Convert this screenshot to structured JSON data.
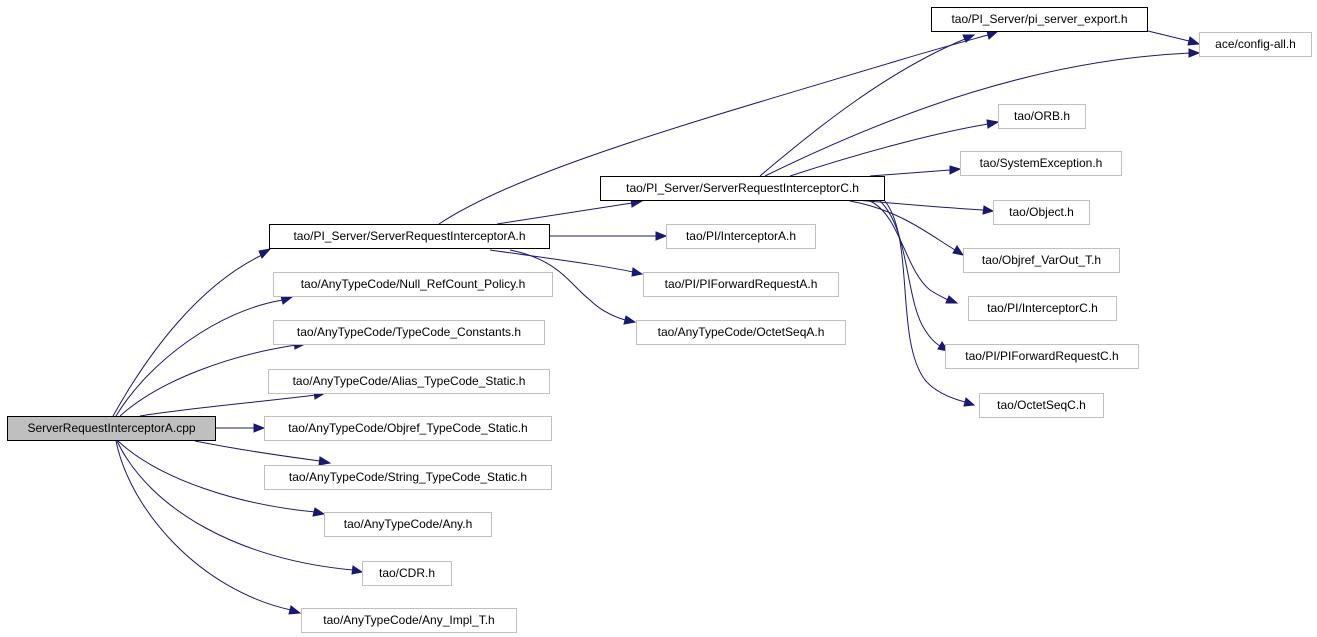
{
  "graph": {
    "root": "ServerRequestInterceptorA.cpp",
    "colors": {
      "edge": "#191970",
      "root_fill": "#bfbfbf",
      "doc_border": "#000000",
      "header_border": "#bfbfbf"
    },
    "nodes": {
      "root": "ServerRequestInterceptorA.cpp",
      "sria": "tao/PI_Server/ServerRequestInterceptorA.h",
      "null_ref": "tao/AnyTypeCode/Null_RefCount_Policy.h",
      "tc_const": "tao/AnyTypeCode/TypeCode_Constants.h",
      "alias_tc": "tao/AnyTypeCode/Alias_TypeCode_Static.h",
      "objref_tc": "tao/AnyTypeCode/Objref_TypeCode_Static.h",
      "string_tc": "tao/AnyTypeCode/String_TypeCode_Static.h",
      "any": "tao/AnyTypeCode/Any.h",
      "cdr": "tao/CDR.h",
      "any_impl": "tao/AnyTypeCode/Any_Impl_T.h",
      "pi_export": "tao/PI_Server/pi_server_export.h",
      "config_all": "ace/config-all.h",
      "orb": "tao/ORB.h",
      "sysex": "tao/SystemException.h",
      "sric": "tao/PI_Server/ServerRequestInterceptorC.h",
      "object": "tao/Object.h",
      "varout": "tao/Objref_VarOut_T.h",
      "interceptor_a": "tao/PI/InterceptorA.h",
      "interceptor_c": "tao/PI/InterceptorC.h",
      "pifwd_a": "tao/PI/PIForwardRequestA.h",
      "pifwd_c": "tao/PI/PIForwardRequestC.h",
      "octetseq_a": "tao/AnyTypeCode/OctetSeqA.h",
      "octetseq_c": "tao/OctetSeqC.h"
    },
    "edges": [
      [
        "root",
        "sria"
      ],
      [
        "root",
        "null_ref"
      ],
      [
        "root",
        "tc_const"
      ],
      [
        "root",
        "alias_tc"
      ],
      [
        "root",
        "objref_tc"
      ],
      [
        "root",
        "string_tc"
      ],
      [
        "root",
        "any"
      ],
      [
        "root",
        "cdr"
      ],
      [
        "root",
        "any_impl"
      ],
      [
        "sria",
        "pi_export"
      ],
      [
        "sria",
        "sric"
      ],
      [
        "sria",
        "interceptor_a"
      ],
      [
        "sria",
        "pifwd_a"
      ],
      [
        "sria",
        "octetseq_a"
      ],
      [
        "pi_export",
        "config_all"
      ],
      [
        "sric",
        "pi_export"
      ],
      [
        "sric",
        "config_all"
      ],
      [
        "sric",
        "orb"
      ],
      [
        "sric",
        "sysex"
      ],
      [
        "sric",
        "object"
      ],
      [
        "sric",
        "varout"
      ],
      [
        "sric",
        "interceptor_c"
      ],
      [
        "sric",
        "pifwd_c"
      ],
      [
        "sric",
        "octetseq_c"
      ]
    ]
  }
}
